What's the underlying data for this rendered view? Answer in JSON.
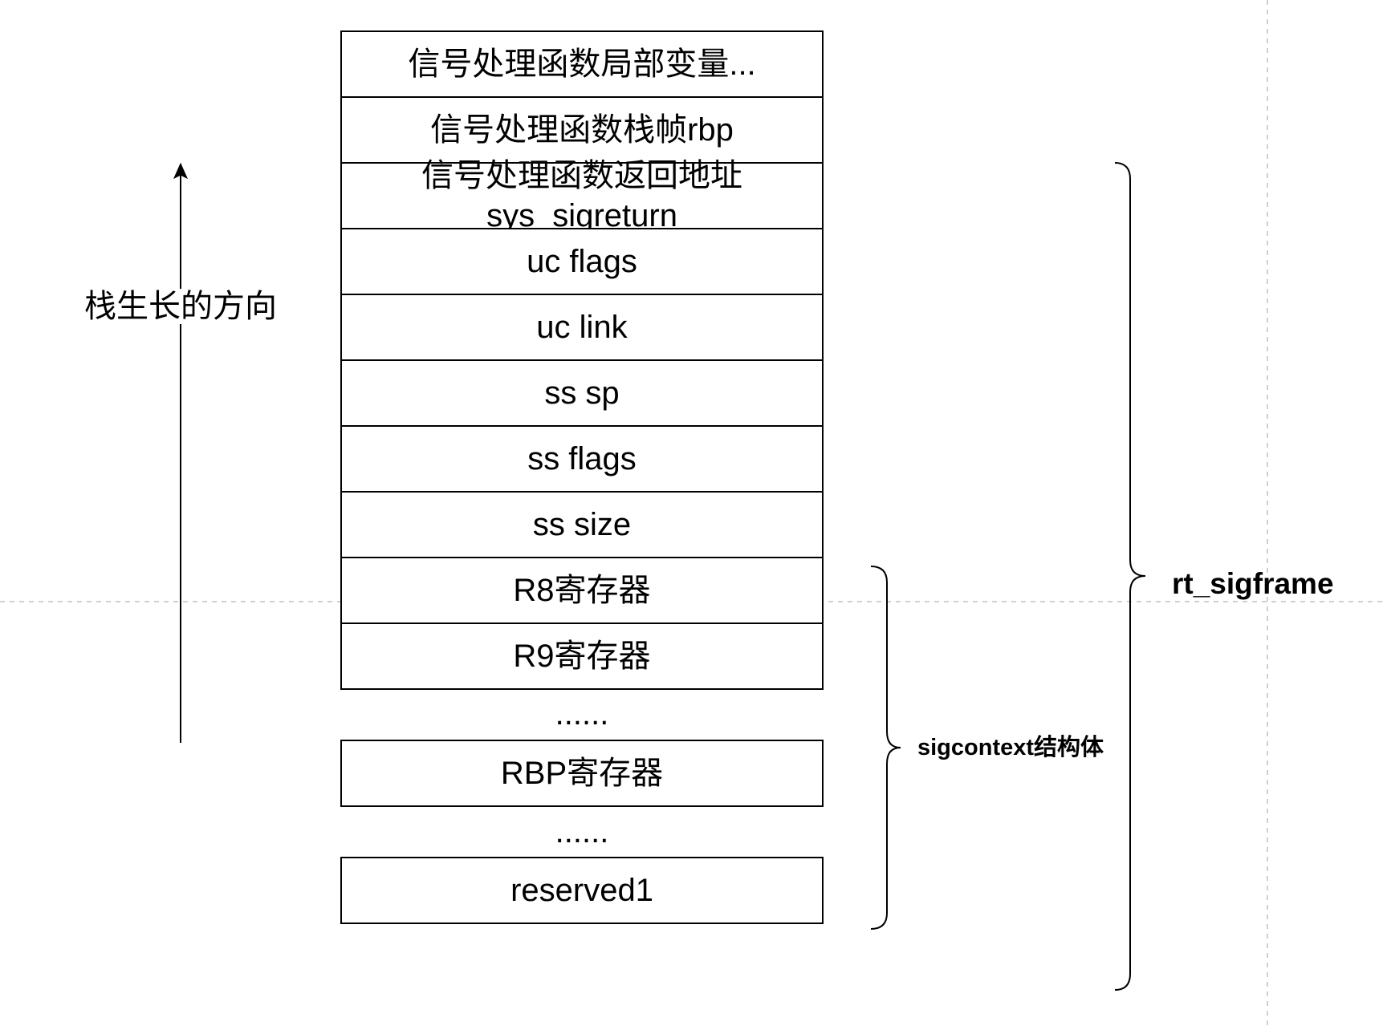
{
  "stack_frame": {
    "cells": [
      "信号处理函数局部变量...",
      "信号处理函数栈帧rbp",
      [
        "信号处理函数返回地址",
        "sys_sigreturn"
      ],
      "uc flags",
      "uc link",
      "ss sp",
      "ss flags",
      "ss size",
      "R8寄存器",
      "R9寄存器"
    ],
    "gap_1": "......",
    "rbp_cell": "RBP寄存器",
    "gap_2": "......",
    "reserved_cell": "reserved1"
  },
  "annotations": {
    "growth_direction": "栈生长的方向",
    "sigcontext": "sigcontext结构体",
    "rt_sigframe": "rt_sigframe"
  },
  "colors": {
    "stroke": "#000000",
    "guide": "#c0c0c0",
    "background": "#ffffff"
  }
}
